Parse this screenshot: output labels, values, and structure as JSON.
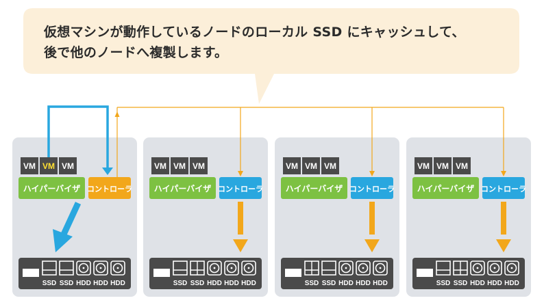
{
  "callout": {
    "line1": "仮想マシンが動作しているノードのローカル SSD にキャッシュして、",
    "line2": "後で他のノードへ複製します。"
  },
  "colors": {
    "callout_bg": "#fcefd9",
    "node_bg": "#dfe2e7",
    "vm_box": "#4a4a4a",
    "vm_text": "#ffffff",
    "vm_active_text": "#ffe033",
    "hypervisor": "#7dc142",
    "controller_active": "#f2a71b",
    "controller": "#29a7df",
    "arrow_orange": "#f2a71b",
    "arrow_blue": "#29a7df",
    "line_orange": "#f2a71b",
    "storage_bar": "#4a4a4a",
    "disk_face": "#ffffff",
    "disk_label": "#ffffff"
  },
  "nodes": [
    {
      "vms": [
        {
          "label": "VM",
          "active": false
        },
        {
          "label": "VM",
          "active": true
        },
        {
          "label": "VM",
          "active": false
        }
      ],
      "hypervisor": "ハイパーバイザ",
      "controller": "コントローラ",
      "is_source": true,
      "disks": [
        {
          "type": "ssd",
          "label": "SSD",
          "split": false
        },
        {
          "type": "ssd",
          "label": "SSD",
          "split": false
        },
        {
          "type": "hdd",
          "label": "HDD"
        },
        {
          "type": "hdd",
          "label": "HDD"
        },
        {
          "type": "hdd",
          "label": "HDD"
        }
      ]
    },
    {
      "vms": [
        {
          "label": "VM",
          "active": false
        },
        {
          "label": "VM",
          "active": false
        },
        {
          "label": "VM",
          "active": false
        }
      ],
      "hypervisor": "ハイパーバイザ",
      "controller": "コントローラ",
      "is_source": false,
      "disks": [
        {
          "type": "ssd",
          "label": "SSD",
          "split": false
        },
        {
          "type": "ssd",
          "label": "SSD",
          "split": true
        },
        {
          "type": "hdd",
          "label": "HDD"
        },
        {
          "type": "hdd",
          "label": "HDD"
        },
        {
          "type": "hdd",
          "label": "HDD"
        }
      ]
    },
    {
      "vms": [
        {
          "label": "VM",
          "active": false
        },
        {
          "label": "VM",
          "active": false
        },
        {
          "label": "VM",
          "active": false
        }
      ],
      "hypervisor": "ハイパーバイザ",
      "controller": "コントローラ",
      "is_source": false,
      "disks": [
        {
          "type": "ssd",
          "label": "SSD",
          "split": true
        },
        {
          "type": "ssd",
          "label": "SSD",
          "split": false
        },
        {
          "type": "hdd",
          "label": "HDD"
        },
        {
          "type": "hdd",
          "label": "HDD"
        },
        {
          "type": "hdd",
          "label": "HDD"
        }
      ]
    },
    {
      "vms": [
        {
          "label": "VM",
          "active": false
        },
        {
          "label": "VM",
          "active": false
        },
        {
          "label": "VM",
          "active": false
        }
      ],
      "hypervisor": "ハイパーバイザ",
      "controller": "コントローラ",
      "is_source": false,
      "disks": [
        {
          "type": "ssd",
          "label": "SSD",
          "split": false
        },
        {
          "type": "ssd",
          "label": "SSD",
          "split": true
        },
        {
          "type": "hdd",
          "label": "HDD"
        },
        {
          "type": "hdd",
          "label": "HDD"
        },
        {
          "type": "hdd",
          "label": "HDD"
        }
      ]
    }
  ]
}
